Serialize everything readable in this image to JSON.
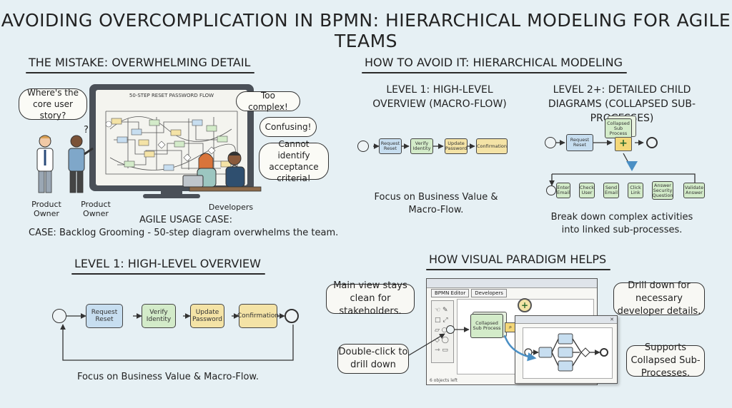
{
  "title": "AVOIDING OVERCOMPLICATION IN BPMN: HIERARCHICAL MODELING FOR AGILE TEAMS",
  "mistake": {
    "heading": "THE MISTAKE: OVERWHELMING DETAIL",
    "monitor_title": "50-STEP RESET PASSWORD FLOW",
    "bubbles": {
      "core_story": "Where's the core user story?",
      "too_complex": "Too complex!",
      "confusing": "Confusing!",
      "criteria": "Cannot identify acceptance criteria!"
    },
    "question_mark": "?",
    "people": {
      "product_owner_1": "Product Owner",
      "product_owner_2": "Product Owner",
      "developers": "Developers"
    },
    "agile_label": "AGILE USAGE CASE:",
    "case_text": "CASE: Backlog Grooming - 50-step diagram overwhelms the team."
  },
  "level1_left": {
    "heading": "LEVEL 1: HIGH-LEVEL OVERVIEW",
    "tasks": [
      "Request Reset",
      "Verify Identity",
      "Update Password",
      "Confirmation"
    ],
    "caption": "Focus on Business Value & Macro-Flow."
  },
  "avoid": {
    "heading": "HOW TO AVOID IT: HIERARCHICAL MODELING",
    "level1": {
      "title": "LEVEL 1: HIGH-LEVEL OVERVIEW (MACRO-FLOW)",
      "tasks": [
        "Request Reset",
        "Verify Identity",
        "Update Password",
        "Confirmation"
      ],
      "caption": "Focus on Business Value & Macro-Flow."
    },
    "level2": {
      "title": "LEVEL 2+: DETAILED CHILD DIAGRAMS (COLLAPSED SUB-PROCESSES)",
      "request_task": "Request Reset",
      "collapsed_label": "Collapsed Sub Process",
      "plus": "+",
      "child_tasks": [
        "Enter Email",
        "Check User",
        "Send Email",
        "Click Link",
        "Answer Security Question",
        "Validate Answer"
      ],
      "caption": "Break down complex activities into linked sub-processes."
    }
  },
  "vp": {
    "heading": "HOW VISUAL PARADIGM HELPS",
    "tabs": [
      "BPMN Editor",
      "Developers"
    ],
    "collapsed_label": "Collapsed Sub Process",
    "status": "6 objects left",
    "callouts": {
      "main_view": "Main view stays clean for stakeholders.",
      "double_click": "Double-click to drill down",
      "drill_down": "Drill down for necessary developer details.",
      "supports": "Supports Collapsed Sub-Processes."
    },
    "close_glyph": "✕"
  },
  "colors": {
    "background": "#e6f0f4",
    "task_blue": "#c7def0",
    "task_green": "#d3ebc9",
    "task_yellow": "#f4e3a6"
  }
}
